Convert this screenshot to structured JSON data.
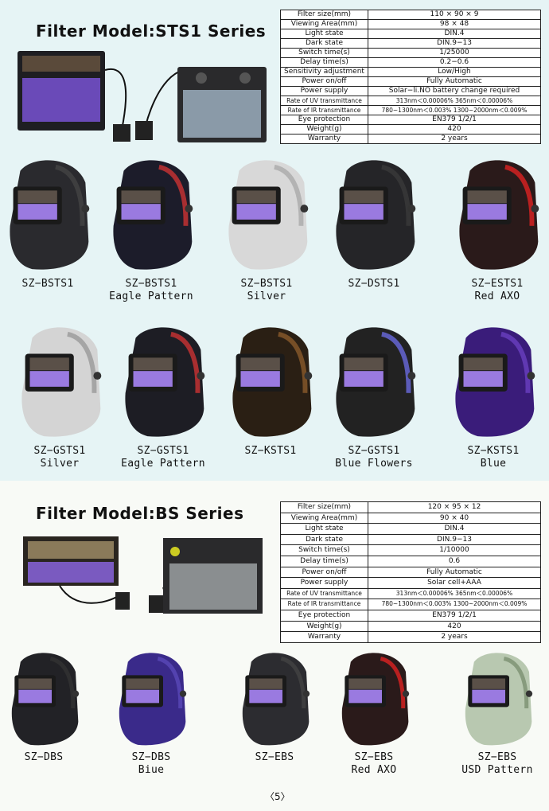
{
  "sections": [
    {
      "title": "Filter Model:STS1 Series",
      "specs": [
        [
          "Filter size(mm)",
          "110 × 90 × 9"
        ],
        [
          "Viewing Area(mm)",
          "98 × 48"
        ],
        [
          "Light state",
          "DIN.4"
        ],
        [
          "Dark state",
          "DIN.9−13"
        ],
        [
          "Switch time(s)",
          "1/25000"
        ],
        [
          "Delay time(s)",
          "0.2−0.6"
        ],
        [
          "Sensitivity adjustment",
          "Low/High"
        ],
        [
          "Power on/off",
          "Fully Automatic"
        ],
        [
          "Power supply",
          "Solar−li.NO battery change required"
        ],
        [
          "Rate of UV transmittance",
          "313nm＜0.00006%   365nm＜0.00006%"
        ],
        [
          "Rate of IR transmittance",
          "780~1300nm＜0.003%   1300~2000nm＜0.009%"
        ],
        [
          "Eye protection",
          "EN379  1/2/1"
        ],
        [
          "Weight(g)",
          "420"
        ],
        [
          "Warranty",
          "2 years"
        ]
      ]
    },
    {
      "title": "Filter Model:BS Series",
      "specs": [
        [
          "Filter size(mm)",
          "120 × 95 × 12"
        ],
        [
          "Viewing Area(mm)",
          "90 × 40"
        ],
        [
          "Light state",
          "DIN.4"
        ],
        [
          "Dark state",
          "DIN.9−13"
        ],
        [
          "Switch time(s)",
          "1/10000"
        ],
        [
          "Delay time(s)",
          "0.6"
        ],
        [
          "Power on/off",
          "Fully Automatic"
        ],
        [
          "Power supply",
          "Solar cell+AAA"
        ],
        [
          "Rate of UV transmittance",
          "313nm＜0.00006%   365nm＜0.00006%"
        ],
        [
          "Rate of IR transmittance",
          "780~1300nm＜0.003%   1300~2000nm＜0.009%"
        ],
        [
          "Eye protection",
          "EN379  1/2/1"
        ],
        [
          "Weight(g)",
          "420"
        ],
        [
          "Warranty",
          "2 years"
        ]
      ]
    }
  ],
  "products": [
    {
      "model": "SZ−BSTS1",
      "variant": "",
      "color": "#2a2a2e",
      "accent": "#444"
    },
    {
      "model": "SZ−BSTS1",
      "variant": "Eagle Pattern",
      "color": "#1c1c2a",
      "accent": "#c33"
    },
    {
      "model": "SZ−BSTS1",
      "variant": "Silver",
      "color": "#d8d8d8",
      "accent": "#aaa"
    },
    {
      "model": "SZ−DSTS1",
      "variant": "",
      "color": "#252528",
      "accent": "#3a3a3a"
    },
    {
      "model": "SZ−ESTS1",
      "variant": "Red AXO",
      "color": "#2a1a1a",
      "accent": "#d22"
    },
    {
      "model": "SZ−GSTS1",
      "variant": "Silver",
      "color": "#d4d4d4",
      "accent": "#999"
    },
    {
      "model": "SZ−GSTS1",
      "variant": "Eagle Pattern",
      "color": "#1d1d24",
      "accent": "#c33"
    },
    {
      "model": "SZ−KSTS1",
      "variant": "",
      "color": "#2a1f14",
      "accent": "#8a5a2a"
    },
    {
      "model": "SZ−GSTS1",
      "variant": "Blue Flowers",
      "color": "#222",
      "accent": "#6a6adf"
    },
    {
      "model": "SZ−KSTS1",
      "variant": "Blue",
      "color": "#3a1c7a",
      "accent": "#6a40c0"
    },
    {
      "model": "SZ−DBS",
      "variant": "",
      "color": "#222226",
      "accent": "#333"
    },
    {
      "model": "SZ−DBS",
      "variant": "Biue",
      "color": "#3a2a8a",
      "accent": "#5a48b8"
    },
    {
      "model": "SZ−EBS",
      "variant": "",
      "color": "#2c2c30",
      "accent": "#444"
    },
    {
      "model": "SZ−EBS",
      "variant": "Red AXO",
      "color": "#2a1a1a",
      "accent": "#d22"
    },
    {
      "model": "SZ−EBS",
      "variant": "USD Pattern",
      "color": "#b8c8b0",
      "accent": "#7a9070"
    }
  ],
  "page_number": "〈5〉"
}
